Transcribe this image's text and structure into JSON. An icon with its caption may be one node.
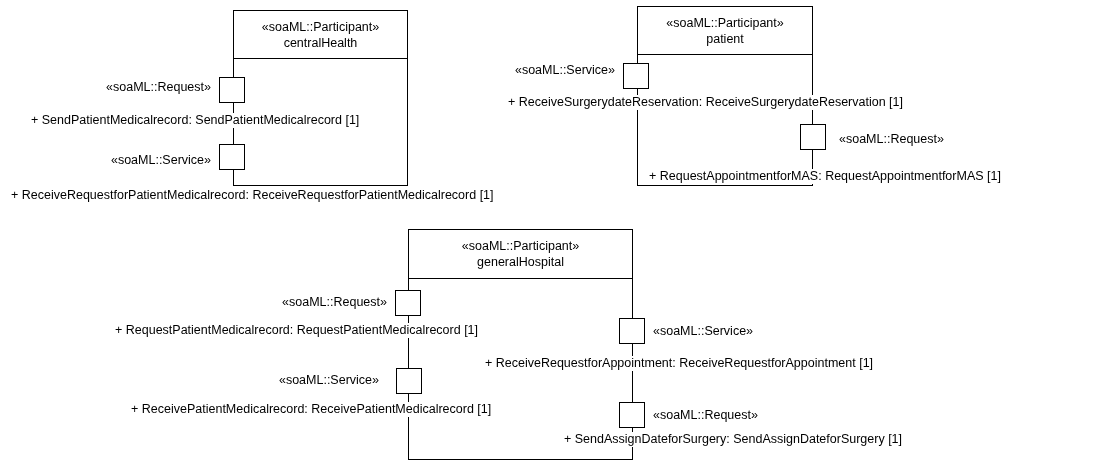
{
  "diagram": {
    "nodes": [
      {
        "text": [
          "«soaML::Participant»",
          "centralHealth"
        ]
      },
      {
        "text": [],
        "shape": "box",
        "beside": [
          "«soaML::Request»"
        ]
      },
      {
        "text": [],
        "shape": "box",
        "beside": [
          "«soaML::Service»"
        ]
      },
      {
        "text": [
          "«soaML::Participant»",
          "patient"
        ]
      },
      {
        "text": [],
        "shape": "box",
        "beside": [
          "«soaML::Service»"
        ]
      },
      {
        "text": [],
        "shape": "box",
        "beside": [
          "«soaML::Request»"
        ]
      },
      {
        "text": [
          "«soaML::Participant»",
          "generalHospital"
        ]
      },
      {
        "text": [],
        "shape": "box",
        "beside": [
          "«soaML::Request»"
        ]
      },
      {
        "text": [],
        "shape": "box",
        "beside": [
          "«soaML::Service»"
        ]
      },
      {
        "text": [],
        "shape": "box",
        "beside": [
          "«soaML::Service»"
        ]
      },
      {
        "text": [],
        "shape": "box",
        "beside": [
          "«soaML::Request»"
        ]
      }
    ],
    "labels": [
      "+ ReceiveSurgerydateReservation: ReceiveSurgerydateReservation [1]",
      "+ SendPatientMedicalrecord: SendPatientMedicalrecord [1]",
      "+ RequestAppointmentforMAS: RequestAppointmentforMAS [1]",
      "+ ReceiveRequestforPatientMedicalrecord: ReceiveRequestforPatientMedicalrecord [1]",
      "+ RequestPatientMedicalrecord: RequestPatientMedicalrecord [1]",
      "+ ReceiveRequestforAppointment: ReceiveRequestforAppointment [1]",
      "+ ReceivePatientMedicalrecord: ReceivePatientMedicalrecord [1]",
      "+ SendAssignDateforSurgery: SendAssignDateforSurgery [1]"
    ]
  }
}
